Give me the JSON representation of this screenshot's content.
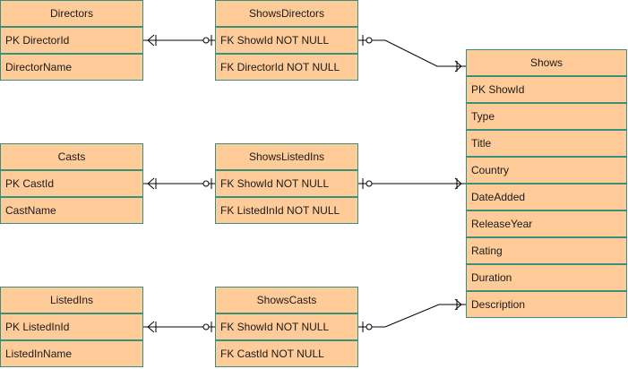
{
  "entities": {
    "directors": {
      "name": "Directors",
      "fields": [
        "PK DirectorId",
        "DirectorName"
      ]
    },
    "shows_directors": {
      "name": "ShowsDirectors",
      "fields": [
        "FK ShowId NOT NULL",
        "FK DirectorId NOT NULL"
      ]
    },
    "casts": {
      "name": "Casts",
      "fields": [
        "PK CastId",
        "CastName"
      ]
    },
    "shows_listed_ins": {
      "name": "ShowsListedIns",
      "fields": [
        "FK ShowId NOT NULL",
        "FK ListedInId NOT NULL"
      ]
    },
    "listed_ins": {
      "name": "ListedIns",
      "fields": [
        "PK ListedInId",
        "ListedInName"
      ]
    },
    "shows_casts": {
      "name": "ShowsCasts",
      "fields": [
        "FK ShowId NOT NULL",
        "FK CastId NOT NULL"
      ]
    },
    "shows": {
      "name": "Shows",
      "fields": [
        "PK ShowId",
        "Type",
        "Title",
        "Country",
        "DateAdded",
        "ReleaseYear",
        "Rating",
        "Duration",
        "Description"
      ]
    }
  },
  "colors": {
    "fill": "#ffcc99",
    "border": "#36917a",
    "line": "#000000"
  }
}
